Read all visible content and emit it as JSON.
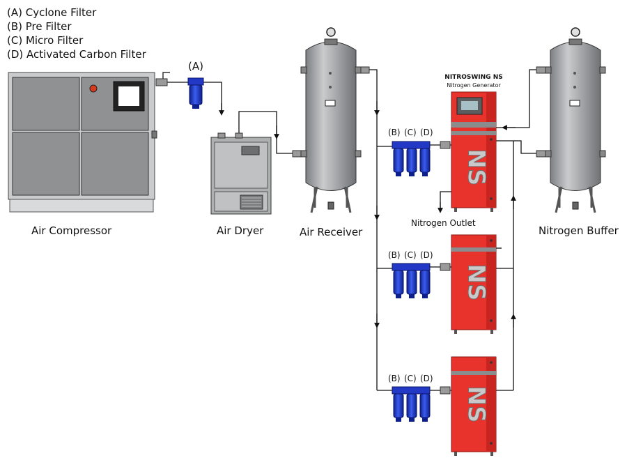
{
  "legend": {
    "a": "(A) Cyclone Filter",
    "b": "(B) Pre Filter",
    "c": "(C) Micro Filter",
    "d": "(D) Activated Carbon Filter"
  },
  "filter_tags": {
    "a": "(A)",
    "b": "(B)",
    "c": "(C)",
    "d": "(D)"
  },
  "components": {
    "compressor": "Air Compressor",
    "dryer": "Air Dryer",
    "receiver": "Air Receiver",
    "buffer": "Nitrogen Buffer"
  },
  "generator": {
    "title": "NITROSWING NS",
    "subtitle": "Nitrogen Generator",
    "logo": "NS"
  },
  "outlet": "Nitrogen Outlet",
  "colors": {
    "generator_red": "#e8322c",
    "filter_blue": "#1f3fd6",
    "tank_gray": "#a9abad",
    "pipe": "#111111"
  }
}
